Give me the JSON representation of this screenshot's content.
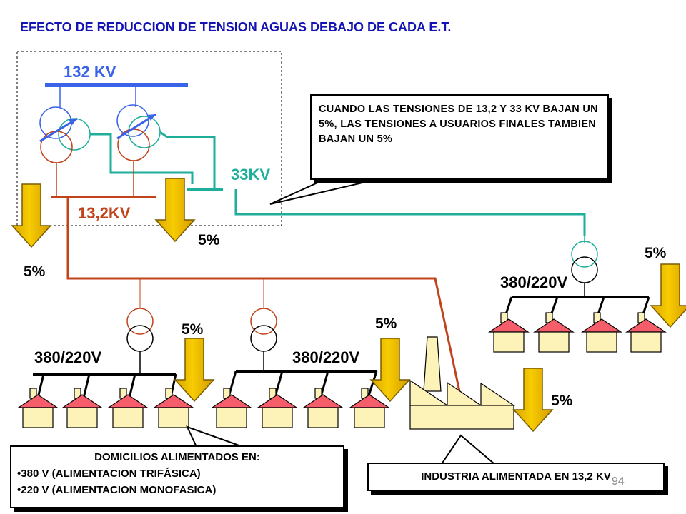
{
  "title": "EFECTO DE REDUCCION DE TENSION AGUAS DEBAJO DE CADA E.T.",
  "voltages": {
    "bus_132": "132 KV",
    "bus_33": "33KV",
    "bus_13_2": "13,2KV",
    "lv_left": "380/220V",
    "lv_middle": "380/220V",
    "lv_right": "380/220V"
  },
  "drops": {
    "outer_left": "5%",
    "substation_inner": "5%",
    "lv_left": "5%",
    "lv_middle": "5%",
    "lv_right": "5%",
    "industry": "5%"
  },
  "callouts": {
    "top": "CUANDO LAS TENSIONES DE 13,2 Y 33 KV BAJAN UN 5%, LAS TENSIONES A USUARIOS FINALES TAMBIEN BAJAN UN 5%",
    "homes_header": "DOMICILIOS ALIMENTADOS EN:",
    "homes_items": [
      "380 V (ALIMENTACION TRIFÁSICA)",
      "220 V (ALIMENTACION MONOFASICA)"
    ],
    "industry": "INDUSTRIA ALIMENTADA EN 13,2 KV"
  },
  "slide_number": "94",
  "colors": {
    "hv_bus": "#3b63e8",
    "mv_33": "#1eae9a",
    "mv_13_2": "#c0431b",
    "arrow_fill": "#f5c400",
    "arrow_stroke": "#7a5c00",
    "title": "#1414b4"
  }
}
